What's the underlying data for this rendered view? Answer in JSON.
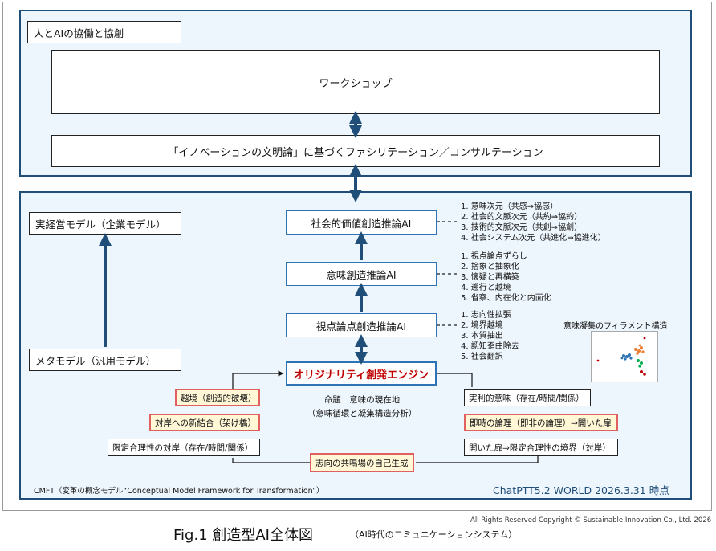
{
  "top": {
    "corner_label": "人とAIの協働と協創",
    "workshop": "ワークショップ",
    "facilitation": "「イノベーションの文明論」に基づくファシリテーション／コンサルテーション"
  },
  "left": {
    "real_model": "実経営モデル（企業モデル）",
    "meta_model": "メタモデル（汎用モデル）"
  },
  "ai_stack": {
    "social": "社会的価値創造推論AI",
    "meaning": "意味創造推論AI",
    "viewpoint": "視点論点創造推論AI",
    "engine": "オリジナリティ創発エンジン"
  },
  "lists": {
    "social": [
      "1. 意味次元（共感⇒協感）",
      "2. 社会的文脈次元（共約⇒協約）",
      "3. 技術的文脈次元（共創⇒協創）",
      "4. 社会システム次元（共進化⇒協進化）"
    ],
    "meaning": [
      "1. 視点論点ずらし",
      "2. 捨象と抽象化",
      "3. 懐疑と再構築",
      "4. 遡行と越境",
      "5. 省察、内在化と内面化"
    ],
    "viewpoint": [
      "1. 志向性拡張",
      "2. 境界越境",
      "3. 本質抽出",
      "4. 認知歪曲除去",
      "5. 社会翻訳"
    ]
  },
  "filament": {
    "title": "意味凝集のフィラメント構造",
    "colors": [
      "#2e74b5",
      "#ed7d31",
      "#00b050",
      "#c00000"
    ]
  },
  "center": {
    "line1": "命題　意味の現在地",
    "line2": "（意味循環と凝集構造分析）"
  },
  "cycle_left": [
    "越境（創造的破壊）",
    "対岸への新結合（架け橋）",
    "限定合理性の対岸（存在/時間/関係）"
  ],
  "cycle_right": [
    "実利的意味（存在/時間/関係）",
    "即時の論理（即非の論理）⇒開いた扉",
    "開いた扉⇒限定合理性の境界（対岸）"
  ],
  "cycle_bottom": "志向の共鳴場の自己生成",
  "footer": {
    "cmft": "CMFT（変革の概念モデル“Conceptual Model Framework for Transformation”）",
    "version": "ChatPTT5.2 WORLD 2026.3.31 時点",
    "copyright": "All Rights Reserved Copyright ©  Sustainable Innovation Co., Ltd.  2026",
    "fig": "Fig.1 創造型AI全体図",
    "subtitle": "（AI時代のコミュニケーションシステム）"
  },
  "colors": {
    "navy": "#1f4e79",
    "blue": "#2e74b5",
    "red": "#c00000",
    "panel": "#eef6fd"
  }
}
